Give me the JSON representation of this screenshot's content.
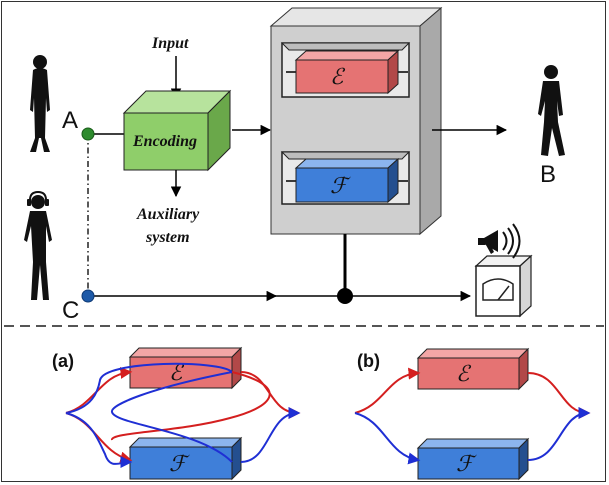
{
  "nodes": {
    "sender_label": "A",
    "receiver_label": "B",
    "third_label": "C"
  },
  "encoding": {
    "label": "Encoding",
    "input_label": "Input",
    "auxiliary_line1": "Auxiliary",
    "auxiliary_line2": "system"
  },
  "channels": {
    "e_symbol": "ℰ",
    "f_symbol": "ℱ"
  },
  "panels": {
    "a_label": "(a)",
    "b_label": "(b)"
  },
  "colors": {
    "box_e": "#e57373",
    "box_f": "#3f7fd9",
    "box_encoding": "#8fce6a",
    "frame_gray": "#cfcfcf",
    "path_red": "#d41f1f",
    "path_blue": "#1f2fd4",
    "node_green": "#2e8b2e",
    "node_blue": "#1e5aa8"
  },
  "icons": {
    "woman": "woman-silhouette-icon",
    "man_walking": "walking-man-silhouette-icon",
    "man_headphones": "man-with-headphones-silhouette-icon",
    "megaphone": "megaphone-icon",
    "meter": "meter-gauge-icon"
  }
}
